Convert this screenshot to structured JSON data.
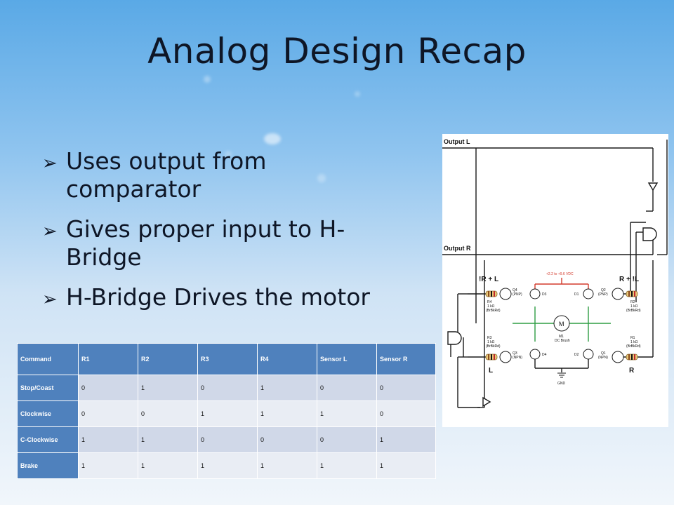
{
  "slide": {
    "title": "Analog Design Recap",
    "bullets": [
      "Uses output from comparator",
      "Gives proper input to H-Bridge",
      "H-Bridge Drives the motor"
    ]
  },
  "circuit": {
    "output_l": "Output L",
    "output_r": "Output R",
    "left_top_label": "!R + L",
    "right_top_label": "R + !L",
    "left_bottom_label": "L",
    "right_bottom_label": "R",
    "supply": "+2.2 to +9.6 VDC",
    "gnd": "GND",
    "motor_symbol": "M",
    "motor_id": "M1",
    "motor_type": "DC Brush",
    "resistors": {
      "r4": {
        "name": "R4",
        "value": "1 kΩ",
        "code": "(BrBkRd)"
      },
      "r3": {
        "name": "R3",
        "value": "1 kΩ",
        "code": "(BrBkRd)"
      },
      "r2": {
        "name": "R2",
        "value": "1 kΩ",
        "code": "(BrBkRd)"
      },
      "r1": {
        "name": "R1",
        "value": "1 kΩ",
        "code": "(BrBkRd)"
      }
    },
    "transistors": {
      "q4": {
        "name": "Q4",
        "type": "(PNP)"
      },
      "q3": {
        "name": "Q3",
        "type": "(NPN)"
      },
      "q2": {
        "name": "Q2",
        "type": "(PNP)"
      },
      "q1": {
        "name": "Q1",
        "type": "(NPN)"
      }
    },
    "diodes": {
      "d3": "D3",
      "d1": "D1",
      "d4": "D4",
      "d2": "D2"
    },
    "colors": {
      "wire_green": "#2e9d44",
      "wire_red": "#d33a2c",
      "wire_black": "#1a1a1a"
    }
  },
  "table": {
    "headers": [
      "Command",
      "R1",
      "R2",
      "R3",
      "R4",
      "Sensor L",
      "Sensor R"
    ],
    "rows": [
      [
        "Stop/Coast",
        "0",
        "1",
        "0",
        "1",
        "0",
        "0"
      ],
      [
        "Clockwise",
        "0",
        "0",
        "1",
        "1",
        "1",
        "0"
      ],
      [
        "C-Clockwise",
        "1",
        "1",
        "0",
        "0",
        "0",
        "1"
      ],
      [
        "Brake",
        "1",
        "1",
        "1",
        "1",
        "1",
        "1"
      ]
    ],
    "colors": {
      "header": "#4f81bd",
      "row_odd": "#d0d8e8",
      "row_even": "#e9edf4"
    }
  }
}
